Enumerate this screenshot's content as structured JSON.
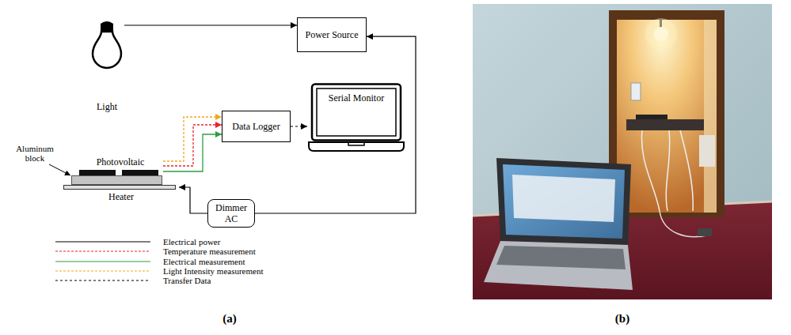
{
  "diagram": {
    "nodes": [
      {
        "text": [
          "Power Source"
        ]
      },
      {
        "text": [
          "Light"
        ]
      },
      {
        "text": [
          "Data Logger"
        ]
      },
      {
        "text": [
          "Serial Monitor"
        ]
      },
      {
        "text": [
          "Photovoltaic"
        ]
      },
      {
        "text": [
          "Heater"
        ]
      },
      {
        "text": [
          "Dimmer AC"
        ]
      }
    ],
    "edges": [
      {
        "from": 1,
        "to": 0,
        "arrow": "to"
      },
      {
        "from": 4,
        "to": 2,
        "arrow": "to"
      },
      {
        "from": 4,
        "to": 2,
        "arrow": "to"
      },
      {
        "from": 4,
        "to": 2,
        "arrow": "to"
      },
      {
        "from": 2,
        "to": 3,
        "arrow": "to"
      },
      {
        "from": 6,
        "to": 5,
        "arrow": "to"
      },
      {
        "from": 6,
        "to": 0,
        "arrow": "to"
      }
    ],
    "labels": [
      "Aluminum block",
      "(a)",
      "(b)"
    ],
    "legend": [
      {
        "text": "Electrical power"
      },
      {
        "text": "Temperature measurement"
      },
      {
        "text": "Electrical measurement"
      },
      {
        "text": "Light Intensity measurement"
      },
      {
        "text": "Transfer Data"
      }
    ]
  }
}
